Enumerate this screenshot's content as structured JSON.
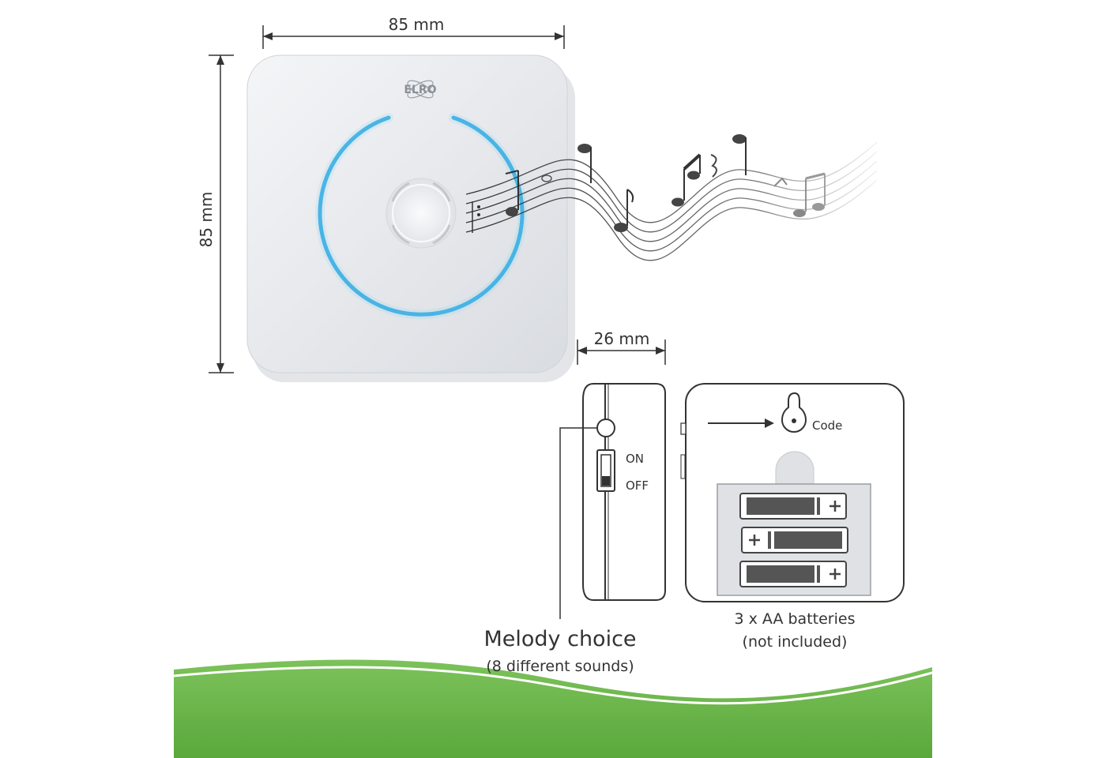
{
  "brand": {
    "logo_text": "ELRO"
  },
  "dimensions": {
    "width": "85 mm",
    "height": "85 mm",
    "depth": "26 mm"
  },
  "switch": {
    "on_label": "ON",
    "off_label": "OFF"
  },
  "back_panel": {
    "code_label": "Code"
  },
  "batteries": {
    "line1": "3 x AA batteries",
    "line2": "(not included)"
  },
  "melody": {
    "title": "Melody choice",
    "subtitle": "(8 different sounds)"
  },
  "colors": {
    "ring_blue": "#2aa7e0",
    "green_band": "#6ab04c",
    "device_white": "#e9ebee",
    "line_dark": "#333333"
  },
  "icons": [
    "music-notes-icon",
    "keyhole-icon",
    "arrow-right-icon",
    "battery-icon",
    "speaker-icon"
  ]
}
